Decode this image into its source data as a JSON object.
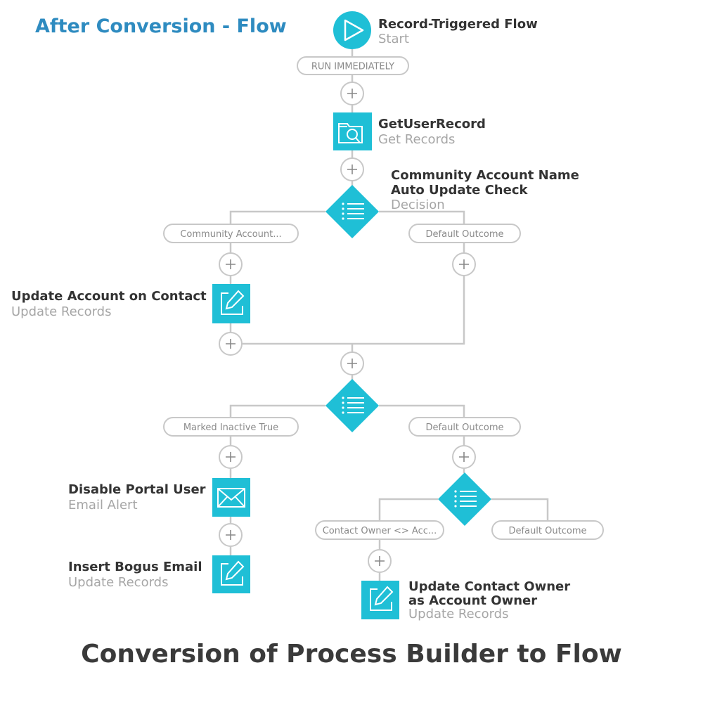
{
  "heading": "After Conversion - Flow",
  "footer_title": "Conversion of Process Builder to Flow",
  "colors": {
    "accent": "#1fbfd6",
    "heading": "#2e8bc0",
    "line": "#c8c8c8",
    "title_text": "#333333",
    "sub_text": "#a6a6a6"
  },
  "start": {
    "title": "Record-Triggered Flow",
    "subtitle": "Start",
    "icon": "play-icon"
  },
  "run_label": "RUN IMMEDIATELY",
  "get_records": {
    "title": "GetUserRecord",
    "subtitle": "Get Records",
    "icon": "folder-search-icon"
  },
  "decision1": {
    "title_line1": "Community Account Name",
    "title_line2": "Auto Update Check",
    "subtitle": "Decision",
    "icon": "list-icon"
  },
  "decision1_outcomes": {
    "left": "Community Account...",
    "right": "Default Outcome"
  },
  "update_account": {
    "title": "Update Account on Contact",
    "subtitle": "Update Records",
    "icon": "edit-icon"
  },
  "decision2": {
    "icon": "list-icon"
  },
  "decision2_outcomes": {
    "left": "Marked Inactive True",
    "right": "Default Outcome"
  },
  "disable_portal": {
    "title": "Disable Portal User",
    "subtitle": "Email Alert",
    "icon": "envelope-icon"
  },
  "insert_bogus": {
    "title": "Insert Bogus Email",
    "subtitle": "Update Records",
    "icon": "edit-icon"
  },
  "decision3": {
    "icon": "list-icon"
  },
  "decision3_outcomes": {
    "left": "Contact Owner <> Acc...",
    "right": "Default Outcome"
  },
  "update_owner": {
    "title_line1": "Update Contact Owner",
    "title_line2": "as Account Owner",
    "subtitle": "Update Records",
    "icon": "edit-icon"
  }
}
